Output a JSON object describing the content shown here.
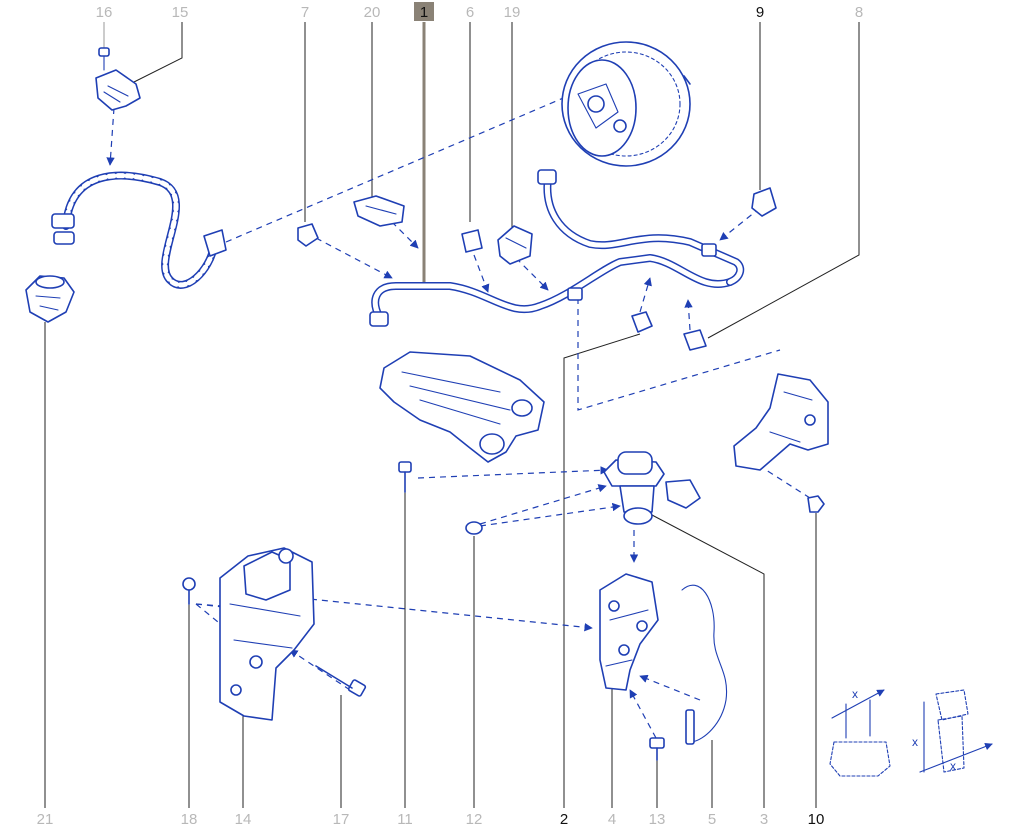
{
  "diagram": {
    "callouts": [
      {
        "id": "c16",
        "label": "16"
      },
      {
        "id": "c15",
        "label": "15"
      },
      {
        "id": "c7",
        "label": "7"
      },
      {
        "id": "c20",
        "label": "20"
      },
      {
        "id": "c1",
        "label": "1"
      },
      {
        "id": "c6",
        "label": "6"
      },
      {
        "id": "c19",
        "label": "19"
      },
      {
        "id": "c9",
        "label": "9"
      },
      {
        "id": "c8",
        "label": "8"
      },
      {
        "id": "c21",
        "label": "21"
      },
      {
        "id": "c18",
        "label": "18"
      },
      {
        "id": "c14",
        "label": "14"
      },
      {
        "id": "c17",
        "label": "17"
      },
      {
        "id": "c11",
        "label": "11"
      },
      {
        "id": "c12",
        "label": "12"
      },
      {
        "id": "c2",
        "label": "2"
      },
      {
        "id": "c4",
        "label": "4"
      },
      {
        "id": "c13",
        "label": "13"
      },
      {
        "id": "c5",
        "label": "5"
      },
      {
        "id": "c3",
        "label": "3"
      },
      {
        "id": "c10",
        "label": "10"
      }
    ],
    "dimension_marks": [
      "x",
      "x",
      "x"
    ],
    "colors": {
      "part_stroke": "#1f3fb4",
      "label_highlighted": "#111111",
      "label_normal": "#b8b8b8",
      "callout_box": "#8a8276"
    }
  }
}
